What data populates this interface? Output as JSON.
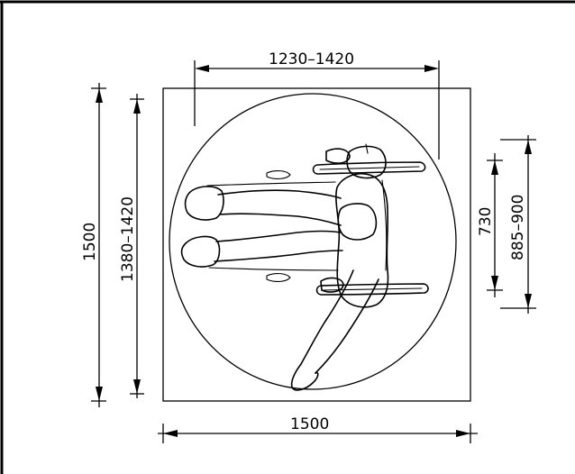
{
  "dimensions": {
    "top": "1230–1420",
    "bottom": "1500",
    "left_outer": "1500",
    "left_inner": "1380–1420",
    "right_inner": "730",
    "right_outer": "885–900"
  }
}
